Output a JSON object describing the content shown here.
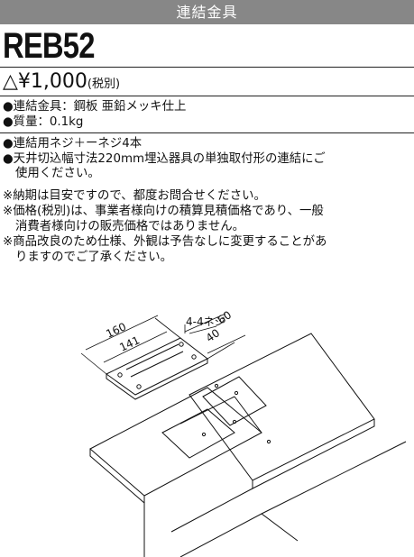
{
  "header": {
    "title": "連結金具"
  },
  "product": {
    "model": "REB52",
    "price": "△¥1,000",
    "price_tax_note": "(税別)"
  },
  "specs": [
    "●連結金具：鋼板 亜鉛メッキ仕上",
    "●質量：0.1kg"
  ],
  "contents": [
    "●連結用ネジ＋ーネジ4本",
    "●天井切込幅寸法220mm埋込器具の単独取付形の連結にご",
    "使用ください。"
  ],
  "notes": [
    "※納期は目安ですので、都度お問合せください。",
    "※価格(税別)は、事業者様向けの積算見積価格であり、一般",
    "消費者様向けの販売価格ではありません。",
    "※商品改良のため仕様、外観は予告なしに変更することがあ",
    "りますのでご了承ください。"
  ],
  "diagram": {
    "screw_label": "4-4ネジ",
    "dim_160": "160",
    "dim_141": "141",
    "dim_60": "60",
    "dim_40": "40"
  }
}
